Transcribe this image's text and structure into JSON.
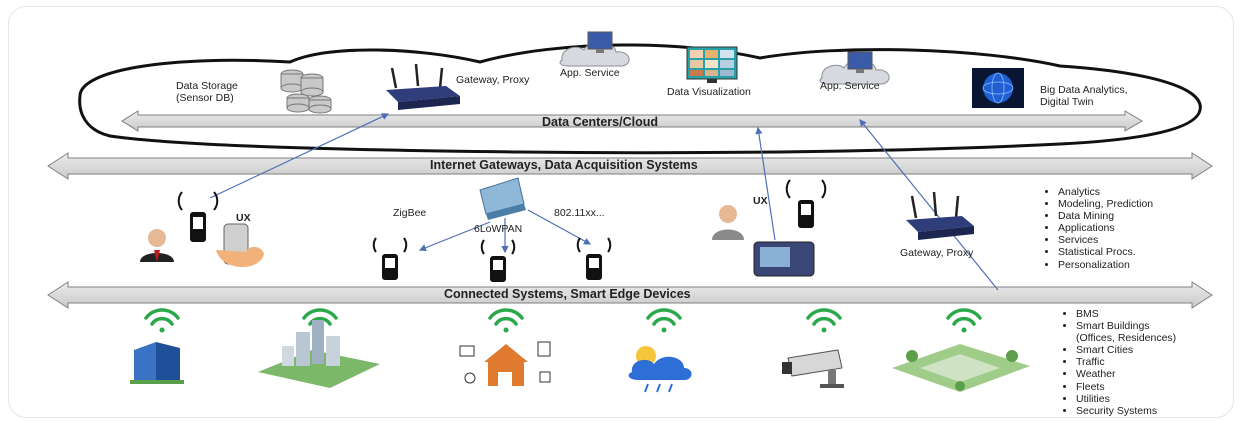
{
  "cloud": {
    "data_storage": [
      "Data Storage",
      "(Sensor DB)"
    ],
    "gateway_proxy_top": "Gateway, Proxy",
    "app_service_1": "App. Service",
    "data_visualization": "Data Visualization",
    "app_service_2": "App. Service",
    "big_data": [
      "Big Data Analytics,",
      "Digital Twin"
    ],
    "band_label": "Data Centers/Cloud"
  },
  "internet_band_label": "Internet Gateways, Data Acquisition Systems",
  "middle": {
    "ux_left": "UX",
    "zigbee": "ZigBee",
    "lowpan": "6LoWPAN",
    "wifi_std": "802.11xx...",
    "ux_right": "UX",
    "gateway_proxy_mid": "Gateway, Proxy"
  },
  "services_list": [
    "Analytics",
    "Modeling, Prediction",
    "Data Mining",
    "Applications",
    "Services",
    "Statistical Procs.",
    "Personalization"
  ],
  "edge_band_label": "Connected Systems, Smart Edge Devices",
  "systems_list": [
    "BMS",
    "Smart Buildings",
    "(Offices, Residences)",
    "Smart Cities",
    "Traffic",
    "Weather",
    "Fleets",
    "Utilities",
    "Security Systems"
  ],
  "colors": {
    "band_fill": "#d9d9d9",
    "band_stroke": "#7f7f7f",
    "wifi_green": "#2aa84a",
    "link_blue": "#4f6fb5"
  }
}
